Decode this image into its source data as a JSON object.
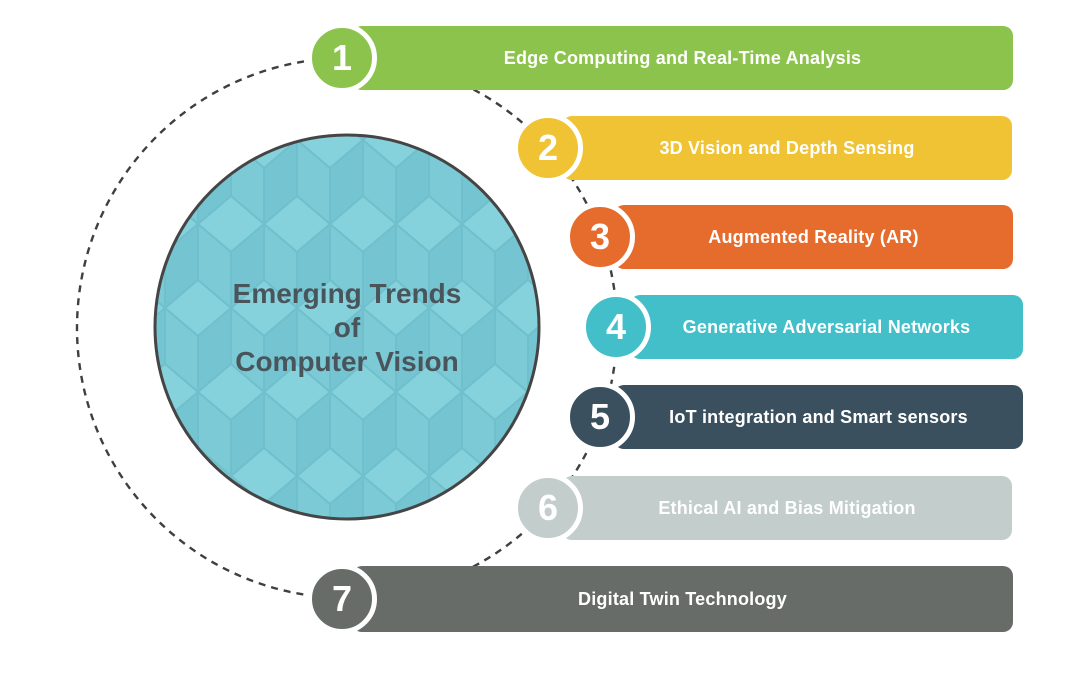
{
  "title": {
    "line1": "Emerging Trends",
    "line2": "of",
    "line3": "Computer Vision"
  },
  "bars": [
    {
      "number": "1",
      "label": "Edge Computing and Real-Time Analysis",
      "color": "#8CC34D"
    },
    {
      "number": "2",
      "label": "3D Vision and Depth Sensing",
      "color": "#EFC334"
    },
    {
      "number": "3",
      "label": "Augmented Reality (AR)",
      "color": "#E66C2E"
    },
    {
      "number": "4",
      "label": "Generative Adversarial Networks",
      "color": "#42BFC9"
    },
    {
      "number": "5",
      "label": "IoT integration and Smart sensors",
      "color": "#3B505E"
    },
    {
      "number": "6",
      "label": "Ethical AI and Bias Mitigation",
      "color": "#C3CDCB"
    },
    {
      "number": "7",
      "label": "Digital Twin Technology",
      "color": "#686C69"
    }
  ],
  "colors": {
    "center_circle_fill": "#7CCDD8",
    "center_circle_pattern_light": "#86D2DC",
    "center_circle_pattern_dark": "#74C5D1",
    "outline_dark": "#454545",
    "dashed_orbit": "#3F3F3F",
    "title_text": "#4A545B",
    "bar_text": "#FFFFFF"
  }
}
